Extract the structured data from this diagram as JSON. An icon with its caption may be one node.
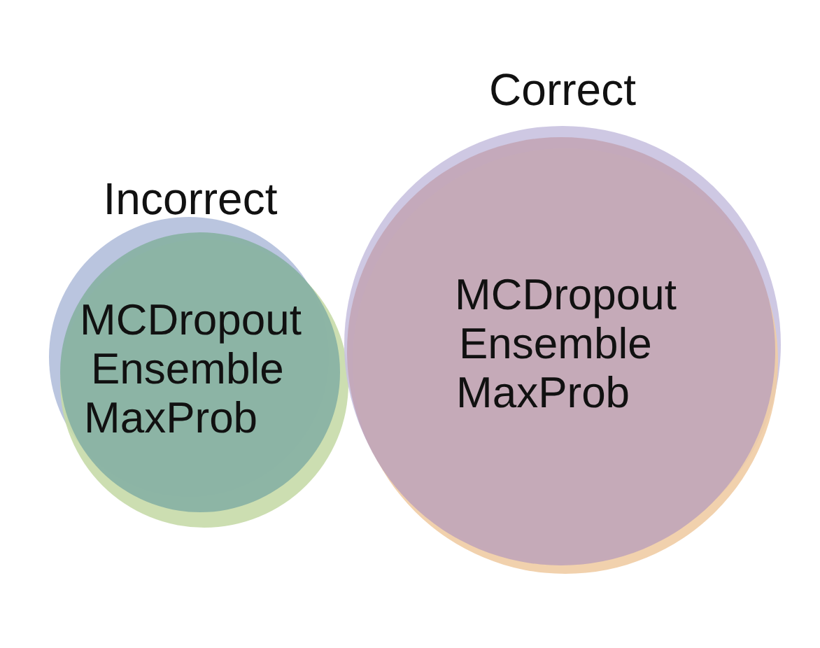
{
  "diagram": {
    "nodes": [
      {
        "text": [
          "Incorrect",
          "MCDropout",
          "Ensemble",
          "MaxProb"
        ]
      },
      {
        "text": [
          "Correct",
          "MCDropout",
          "Ensemble",
          "MaxProb"
        ]
      }
    ]
  }
}
